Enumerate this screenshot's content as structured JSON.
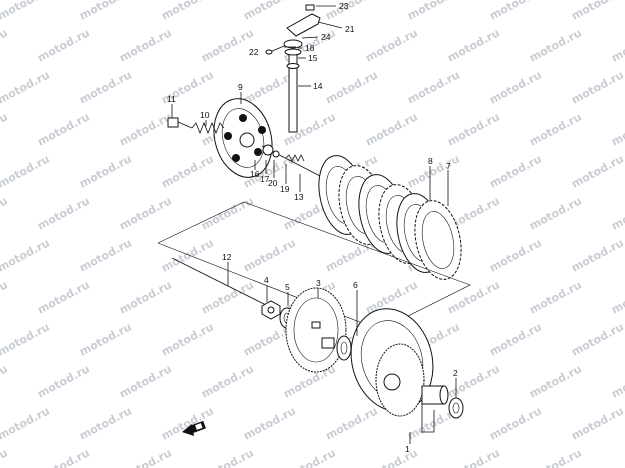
{
  "watermark": {
    "text": "motod.ru"
  },
  "callouts": [
    {
      "id": "c1",
      "text": "1"
    },
    {
      "id": "c2",
      "text": "2"
    },
    {
      "id": "c3",
      "text": "3"
    },
    {
      "id": "c4",
      "text": "4"
    },
    {
      "id": "c5",
      "text": "5"
    },
    {
      "id": "c6",
      "text": "6"
    },
    {
      "id": "c7",
      "text": "7"
    },
    {
      "id": "c8",
      "text": "8"
    },
    {
      "id": "c9",
      "text": "9"
    },
    {
      "id": "c10",
      "text": "10"
    },
    {
      "id": "c11",
      "text": "11"
    },
    {
      "id": "c12",
      "text": "12"
    },
    {
      "id": "c13",
      "text": "13"
    },
    {
      "id": "c14",
      "text": "14"
    },
    {
      "id": "c15",
      "text": "15"
    },
    {
      "id": "c16",
      "text": "16"
    },
    {
      "id": "c17",
      "text": "17"
    },
    {
      "id": "c18",
      "text": "18"
    },
    {
      "id": "c19",
      "text": "19"
    },
    {
      "id": "c20",
      "text": "20"
    },
    {
      "id": "c21",
      "text": "21"
    },
    {
      "id": "c22",
      "text": "22"
    },
    {
      "id": "c23",
      "text": "23"
    },
    {
      "id": "c24",
      "text": "24"
    }
  ],
  "orientation_icon": "front-arrow-icon"
}
